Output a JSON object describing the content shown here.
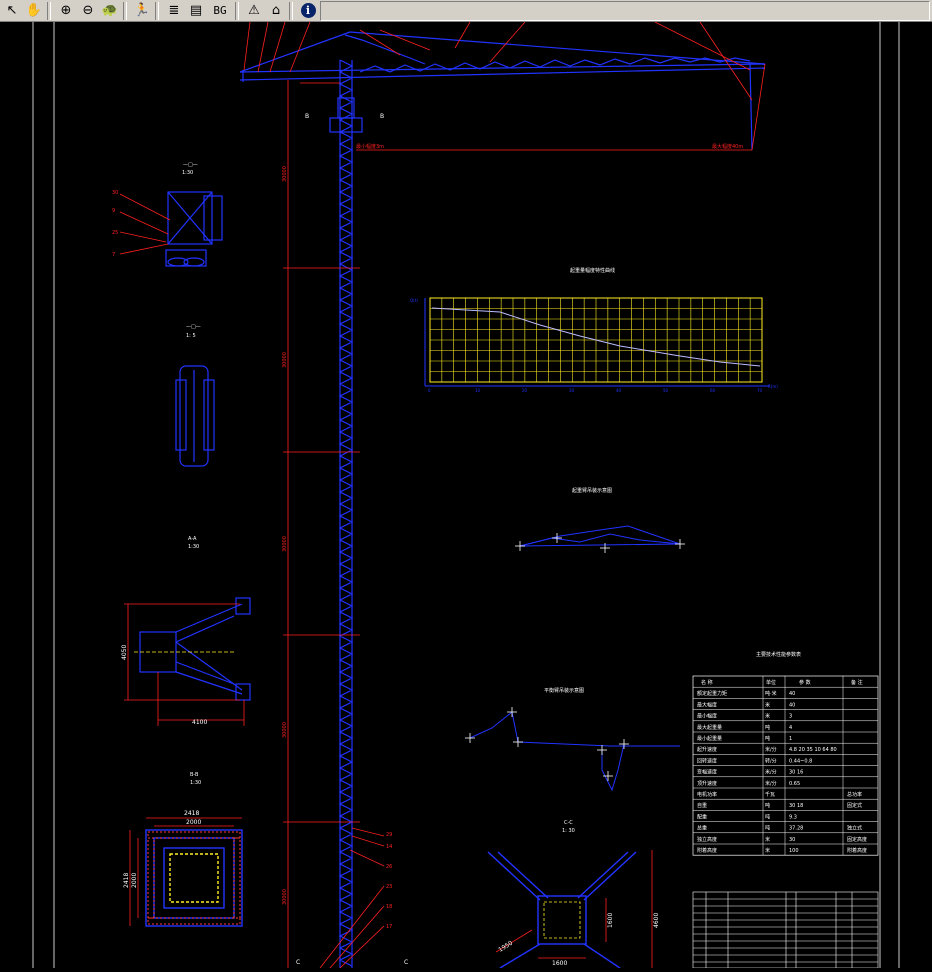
{
  "toolbar": {
    "buttons": [
      {
        "name": "select-arrow-icon",
        "glyph": "↖"
      },
      {
        "name": "pan-hand-icon",
        "glyph": "✋"
      },
      {
        "name": "zoom-in-icon",
        "glyph": "⊕"
      },
      {
        "name": "zoom-out-icon",
        "glyph": "⊖"
      },
      {
        "name": "turtle-icon",
        "glyph": "🐢"
      },
      {
        "name": "run-figure-icon",
        "glyph": "🏃"
      },
      {
        "name": "layers-icon",
        "glyph": "≣"
      },
      {
        "name": "print-icon",
        "glyph": "▤"
      },
      {
        "name": "background-toggle",
        "glyph": "BG"
      },
      {
        "name": "warning-person-icon",
        "glyph": "⚠"
      },
      {
        "name": "home-icon",
        "glyph": "⌂"
      },
      {
        "name": "info-icon",
        "glyph": "i"
      }
    ]
  },
  "drawing": {
    "views": {
      "upper": "1:30",
      "small": "1: 5",
      "a_label": "A-A",
      "a_scale": "1:30",
      "b_label": "B-B",
      "b_scale": "1:30",
      "c_label": "C-C",
      "c_scale": "1: 30"
    },
    "dimensions": {
      "a_h": "4050",
      "a_w": "4100",
      "b_w1": "2418",
      "b_w2": "2000",
      "b_h1": "2418",
      "b_h2": "2000",
      "tower_seg1": "30000",
      "tower_seg2": "30000",
      "tower_seg3": "30000",
      "tower_seg4": "30000",
      "tower_seg5": "30000",
      "c_dim1": "1950",
      "c_dim2": "1600",
      "c_dim3": "4600"
    },
    "markers": {
      "b1": "B",
      "b2": "B",
      "c1": "C",
      "c2": "C"
    },
    "callouts": [
      "30",
      "9",
      "25",
      "7",
      "29",
      "14",
      "26",
      "23",
      "18",
      "17"
    ],
    "chart": {
      "x_ticks": [
        "0",
        "10",
        "20",
        "30",
        "40",
        "50",
        "60",
        "70"
      ]
    },
    "params_table": {
      "headers": [
        "名 称",
        "单位",
        "参 数",
        "备 注"
      ],
      "rows": [
        [
          "额定起重力矩",
          "吨·米",
          "40",
          ""
        ],
        [
          "最大幅度",
          "米",
          "40",
          ""
        ],
        [
          "最小幅度",
          "米",
          "3",
          ""
        ],
        [
          "最大起重量",
          "吨",
          "4",
          ""
        ],
        [
          "最小起重量",
          "吨",
          "1",
          ""
        ],
        [
          "起升速度",
          "米/分",
          "4.8 20 35 10 64 80",
          ""
        ],
        [
          "回转速度",
          "转/分",
          "0.44~0.8",
          ""
        ],
        [
          "变幅速度",
          "米/分",
          "30 16",
          ""
        ],
        [
          "顶升速度",
          "米/分",
          "0.65",
          ""
        ],
        [
          "电机功率",
          "千瓦",
          "",
          "总功率"
        ],
        [
          "自重",
          "吨",
          "30 18",
          "固定式"
        ],
        [
          "配重",
          "吨",
          "9.3",
          ""
        ],
        [
          "总重",
          "吨",
          "37.28",
          "独立式"
        ],
        [
          "独立高度",
          "米",
          "30",
          "固定高度"
        ],
        [
          "附着高度",
          "米",
          "100",
          "附着高度"
        ]
      ]
    }
  }
}
